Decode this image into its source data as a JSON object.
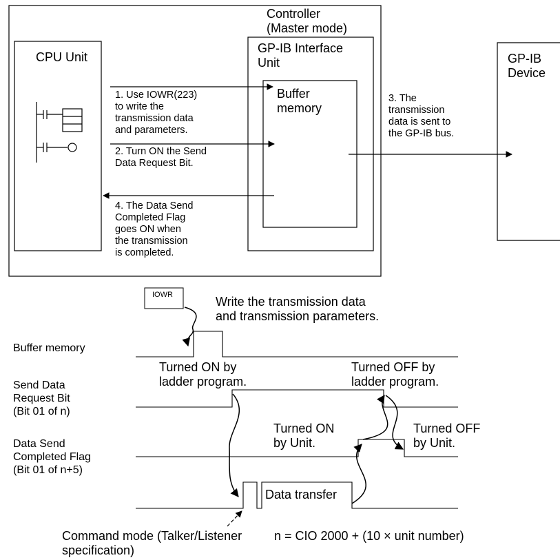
{
  "system": {
    "controller_label": [
      "Controller",
      "(Master mode)"
    ],
    "cpu_unit_label": "CPU Unit",
    "gpib_unit_label": [
      "GP-IB Interface",
      "Unit"
    ],
    "buffer_memory_label": [
      "Buffer",
      "memory"
    ],
    "gpib_device_label": [
      "GP-IB",
      "Device"
    ]
  },
  "steps": {
    "step1": [
      "1. Use IOWR(223)",
      "to write the",
      "transmission data",
      "and parameters."
    ],
    "step2": [
      "2. Turn ON the Send",
      "Data Request Bit."
    ],
    "step3": [
      "3. The",
      "transmission",
      "data is sent to",
      "the GP-IB bus."
    ],
    "step4": [
      "4. The Data Send",
      "Completed Flag",
      "goes ON when",
      "the transmission",
      "is completed."
    ]
  },
  "timing": {
    "iowr_box_label": "IOWR",
    "write_note": [
      "Write the transmission data",
      "and transmission parameters."
    ],
    "buffer_memory_signal": "Buffer memory",
    "send_request_signal": [
      "Send Data",
      "Request Bit",
      "(Bit 01 of n)"
    ],
    "completed_flag_signal": [
      "Data Send",
      "Completed Flag",
      "(Bit 01 of n+5)"
    ],
    "turned_on_ladder": [
      "Turned ON by",
      "ladder program."
    ],
    "turned_off_ladder": [
      "Turned OFF by",
      "ladder program."
    ],
    "turned_on_unit": [
      "Turned ON",
      "by Unit."
    ],
    "turned_off_unit": [
      "Turned OFF",
      "by Unit."
    ],
    "data_transfer_label": "Data transfer",
    "command_mode_note": [
      "Command mode (Talker/Listener",
      "specification)"
    ],
    "formula_note": "n = CIO 2000 + (10 × unit number)"
  }
}
